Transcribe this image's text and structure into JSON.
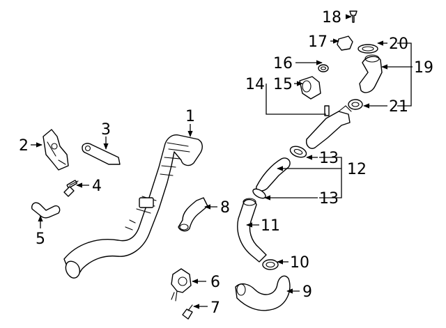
{
  "callouts": {
    "c1": "1",
    "c2": "2",
    "c3": "3",
    "c4": "4",
    "c5": "5",
    "c6": "6",
    "c7": "7",
    "c8": "8",
    "c9": "9",
    "c10": "10",
    "c11": "11",
    "c12": "12",
    "c13a": "13",
    "c13b": "13",
    "c14": "14",
    "c15": "15",
    "c16": "16",
    "c17": "17",
    "c18": "18",
    "c19": "19",
    "c20": "20",
    "c21": "21"
  }
}
